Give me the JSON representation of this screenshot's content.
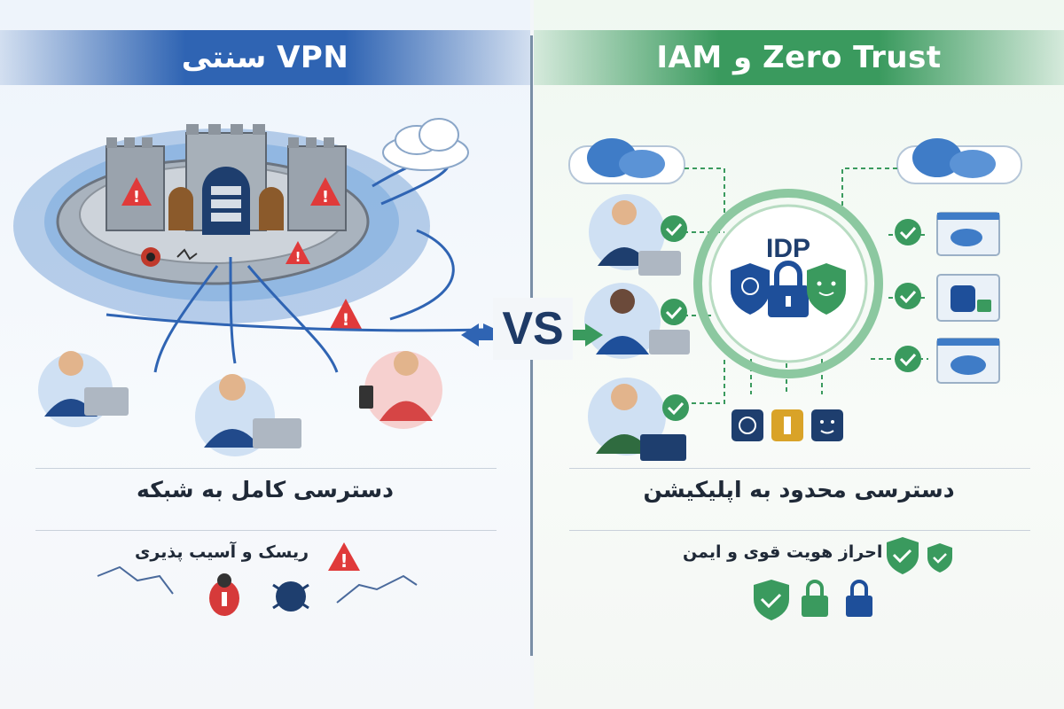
{
  "left": {
    "title": "سنتی VPN",
    "caption": "دسترسی کامل به شبکه",
    "subcaption": "ریسک و آسیب پذیری",
    "accent": "#2f64b3",
    "warning_color": "#e03a3a"
  },
  "right": {
    "title": "IAM و Zero Trust",
    "caption": "دسترسی محدود به اپلیکیشن",
    "subcaption": "احراز هویت قوی و ایمن",
    "hub_label": "IDP",
    "accent": "#3a9a5e"
  },
  "center": {
    "vs_label": "VS"
  },
  "icons": [
    "castle-icon",
    "server-icon",
    "warning-icon",
    "cloud-icon",
    "user-laptop-icon",
    "user-phone-icon",
    "bug-icon",
    "crack-icon",
    "check-shield-icon",
    "padlock-icon",
    "fingerprint-icon",
    "key-icon",
    "face-id-icon",
    "database-icon",
    "app-window-icon"
  ]
}
